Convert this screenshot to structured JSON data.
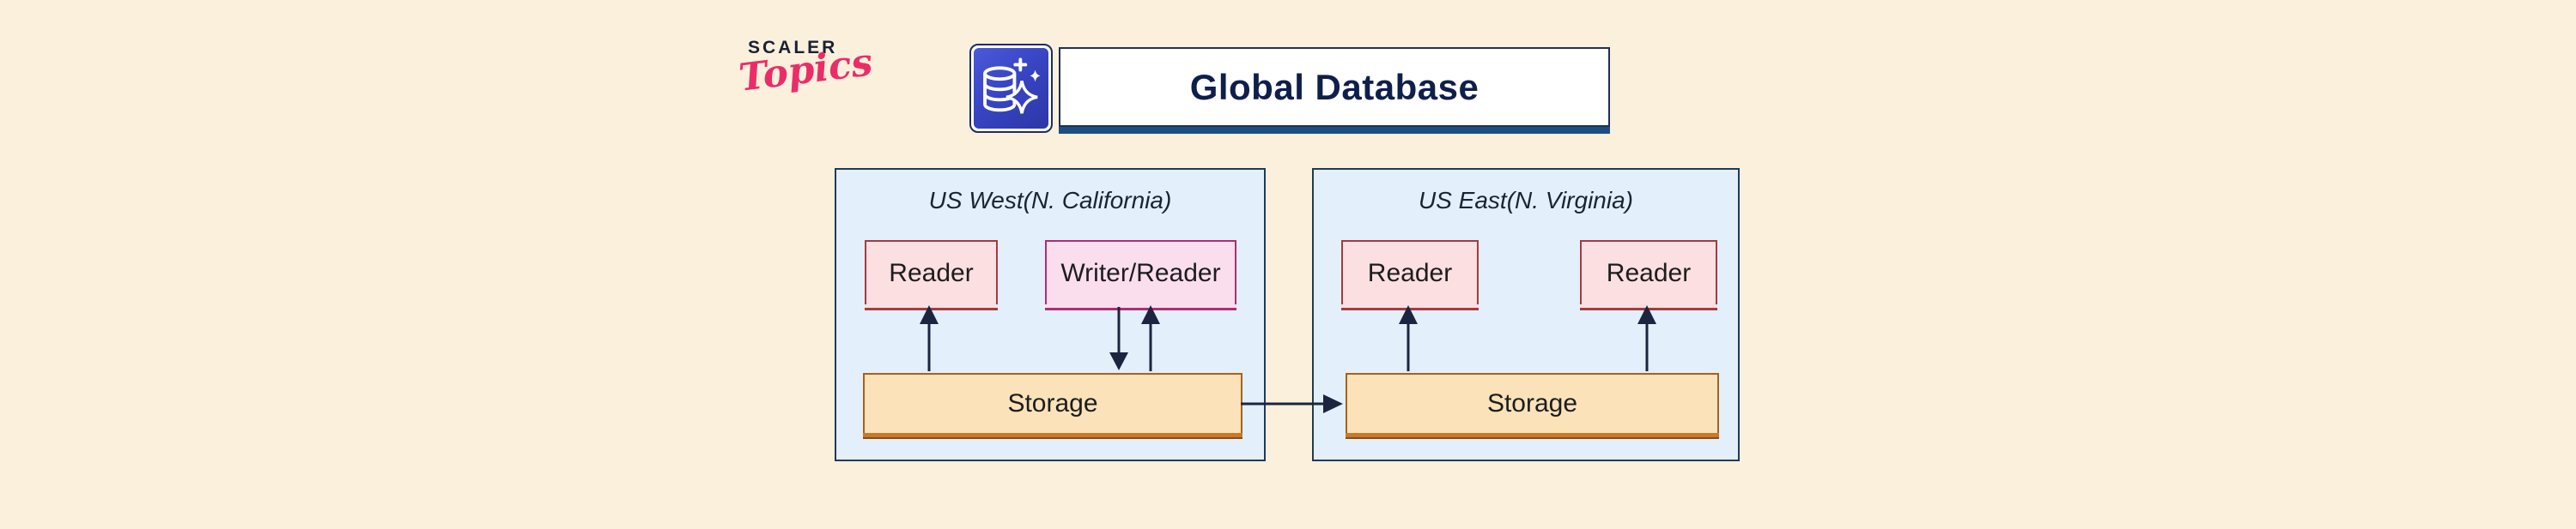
{
  "logo": {
    "brand": "SCALER",
    "sub": "Topics"
  },
  "header": {
    "title": "Global Database",
    "icon": "database-sparkle-icon"
  },
  "regions": [
    {
      "title": "US West(N. California)",
      "nodes": [
        {
          "label": "Reader"
        },
        {
          "label": "Writer/Reader"
        }
      ],
      "storage": {
        "label": "Storage"
      }
    },
    {
      "title": "US East(N. Virginia)",
      "nodes": [
        {
          "label": "Reader"
        },
        {
          "label": "Reader"
        }
      ],
      "storage": {
        "label": "Storage"
      }
    }
  ],
  "colors": {
    "page_bg": "#faf0dc",
    "region_fill": "#e3f0fb",
    "region_border": "#1d3a5c",
    "reader_fill": "#fcdfe1",
    "reader_border": "#a63a40",
    "writer_fill": "#fbdeee",
    "writer_border": "#b02d72",
    "storage_fill": "#fbe2b8",
    "storage_border": "#a8611d",
    "storage_base": "#c87a28",
    "arrow": "#1b2540",
    "header_border": "#1f3050",
    "header_strip": "#1d4e82",
    "header_text": "#0f1f4b",
    "icon_bg_from": "#4c59d8",
    "icon_bg_to": "#2c37a6",
    "logo_brand": "#1a2133",
    "logo_sub": "#ea2d69"
  }
}
